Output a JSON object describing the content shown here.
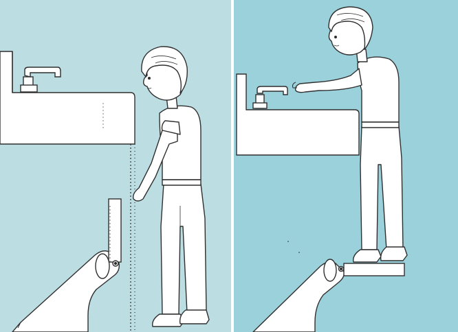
{
  "colors": {
    "left_background": "#bcdde2",
    "right_background": "#9bd1da",
    "line_art": "#2f2f2f",
    "fill": "#ffffff"
  },
  "panels": [
    {
      "name": "stool-folded",
      "stool_state": "folded"
    },
    {
      "name": "stool-unfolded",
      "stool_state": "unfolded"
    }
  ]
}
